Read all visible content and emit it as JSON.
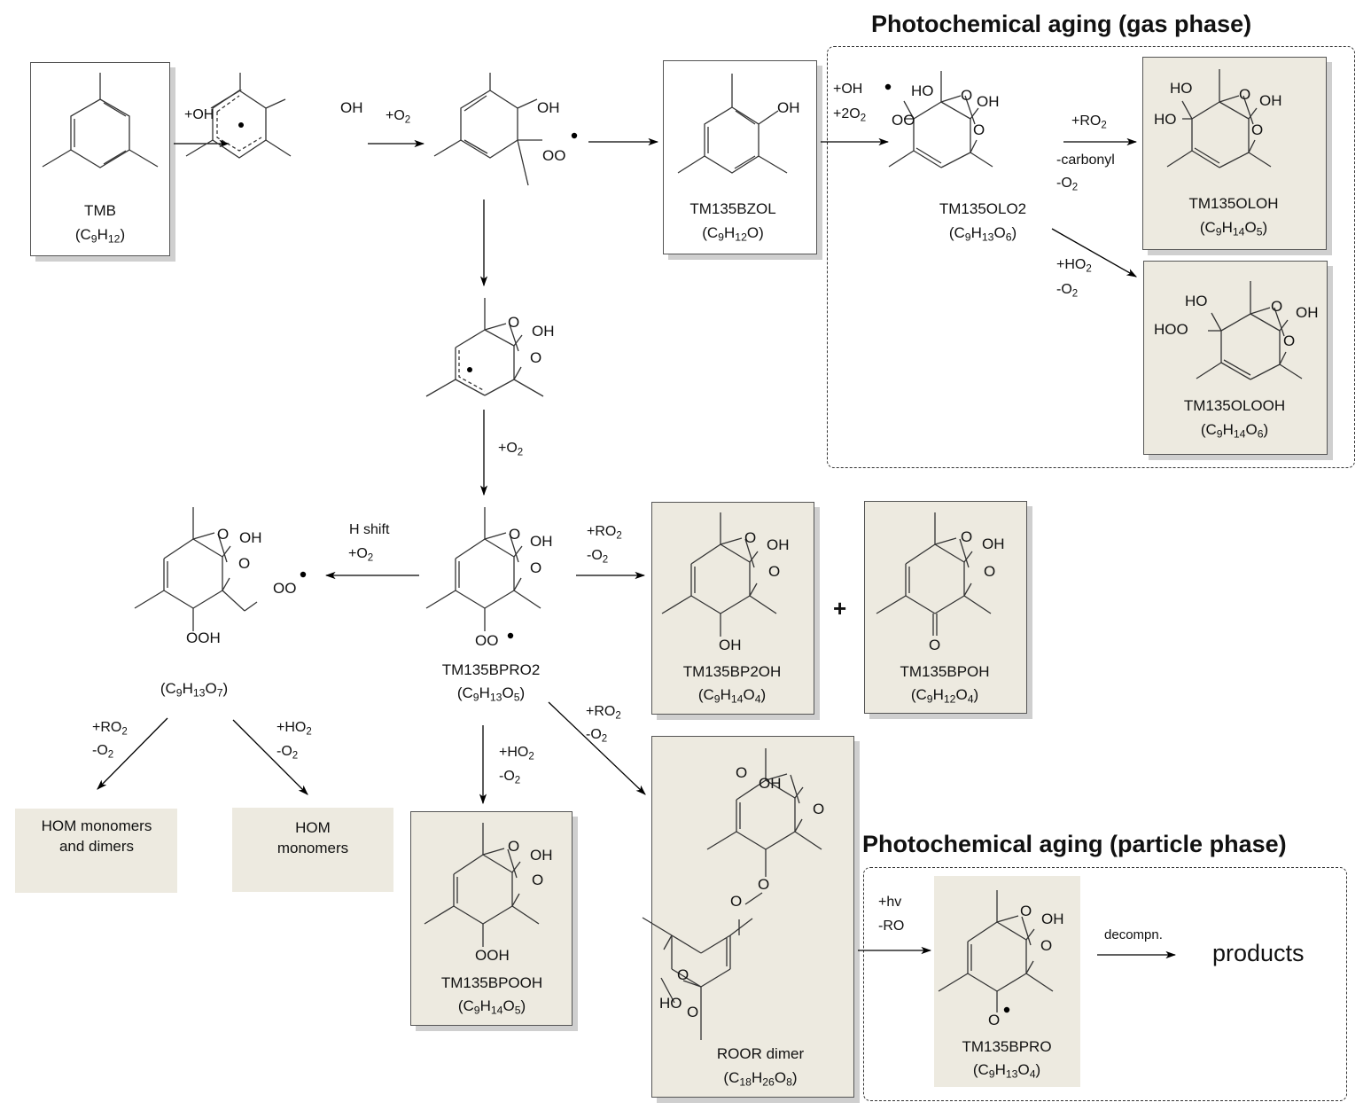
{
  "sections": {
    "gas_phase_title": "Photochemical aging (gas phase)",
    "particle_phase_title": "Photochemical aging (particle phase)"
  },
  "compounds": {
    "tmb": {
      "name": "TMB",
      "formula": "(C9H12)"
    },
    "tm135bzol": {
      "name": "TM135BZOL",
      "formula": "(C9H12O)"
    },
    "tm135olo2": {
      "name": "TM135OLO2",
      "formula": "(C9H13O6)"
    },
    "tm135oloh": {
      "name": "TM135OLOH",
      "formula": "(C9H14O5)"
    },
    "tm135olooh": {
      "name": "TM135OLOOH",
      "formula": "(C9H14O6)"
    },
    "hshift_product": {
      "name": "",
      "formula": "(C9H13O7)"
    },
    "tm135bpro2": {
      "name": "TM135BPRO2",
      "formula": "(C9H13O5)"
    },
    "tm135bp2oh": {
      "name": "TM135BP2OH",
      "formula": "(C9H14O4)"
    },
    "tm135bpoh": {
      "name": "TM135BPOH",
      "formula": "(C9H12O4)"
    },
    "tm135bpooh": {
      "name": "TM135BPOOH",
      "formula": "(C9H14O5)"
    },
    "roor_dimer": {
      "name": "ROOR dimer",
      "formula": "(C18H26O8)"
    },
    "tm135bpro": {
      "name": "TM135BPRO",
      "formula": "(C9H13O4)"
    },
    "hom_monomers_dimers": {
      "name": "HOM monomers and dimers"
    },
    "hom_monomers": {
      "name": "HOM monomers"
    },
    "products": {
      "name": "products"
    }
  },
  "reactions": {
    "tmb_oh": [
      "+OH"
    ],
    "adduct_o2": [
      "+O2"
    ],
    "bzol_oxidation": [
      "+OH",
      "+2O2"
    ],
    "olo2_ro2": [
      "+RO2",
      "-carbonyl",
      "-O2"
    ],
    "olo2_ho2": [
      "+HO2",
      "-O2"
    ],
    "bicyclic_o2": [
      "+O2"
    ],
    "hshift": [
      "H shift",
      "+O2"
    ],
    "bpro2_ro2_alcohol": [
      "+RO2",
      "-O2"
    ],
    "hom_ro2": [
      "+RO2",
      "-O2"
    ],
    "hom_ho2": [
      "+HO2",
      "-O2"
    ],
    "bpro2_ho2": [
      "+HO2",
      "-O2"
    ],
    "bpro2_ro2_dimer": [
      "+RO2",
      "-O2"
    ],
    "photolysis": [
      "+hv",
      "-RO"
    ],
    "decomposition": [
      "decompn."
    ],
    "plus_sign": "+"
  },
  "atom_labels": {
    "oh": "OH",
    "ho": "HO",
    "hoo": "HOO",
    "ooh": "OOH",
    "oo": "OO",
    "o": "O"
  }
}
